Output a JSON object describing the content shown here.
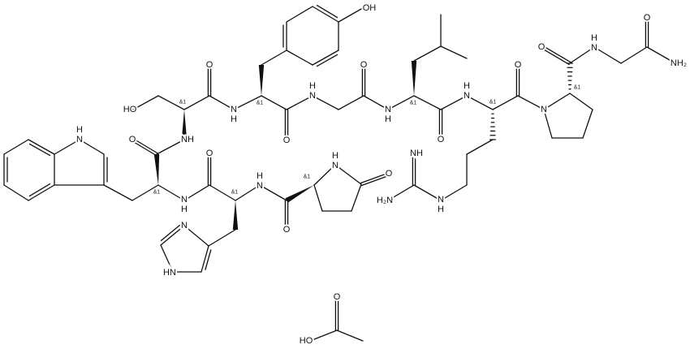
{
  "atoms": {
    "O": "O",
    "N": "N",
    "H": "H",
    "HO": "HO",
    "OH": "OH",
    "NH": "NH",
    "H2N": "H₂N",
    "NH2": "NH₂",
    "HN": "HN"
  },
  "stereo_label": "&1",
  "colors": {
    "bond": "#111111",
    "background": "#ffffff"
  }
}
